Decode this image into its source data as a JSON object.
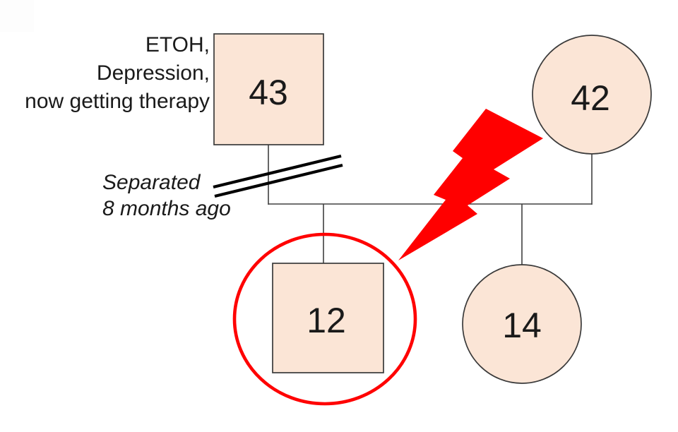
{
  "genogram": {
    "members": {
      "father": {
        "symbol": "square",
        "age": "43"
      },
      "mother": {
        "symbol": "circle",
        "age": "42"
      },
      "son": {
        "symbol": "square",
        "age": "12",
        "identified_patient": true
      },
      "daughter": {
        "symbol": "circle",
        "age": "14"
      }
    },
    "father_note": {
      "line1": "ETOH,",
      "line2": "Depression,",
      "line3": "now getting therapy"
    },
    "separation_note": {
      "line1": "Separated",
      "line2": "8 months ago"
    },
    "symbols": {
      "double_slash": "separation-marks",
      "red_ring": "identified-patient-highlight",
      "lightning_bolt": "conflict-lightning-icon"
    },
    "colors": {
      "member_fill": "#FBE5D6",
      "member_stroke": "#3A3A3A",
      "connector": "#404040",
      "slash": "#000000",
      "highlight": "#FF0000",
      "text": "#1A1A1A"
    }
  }
}
